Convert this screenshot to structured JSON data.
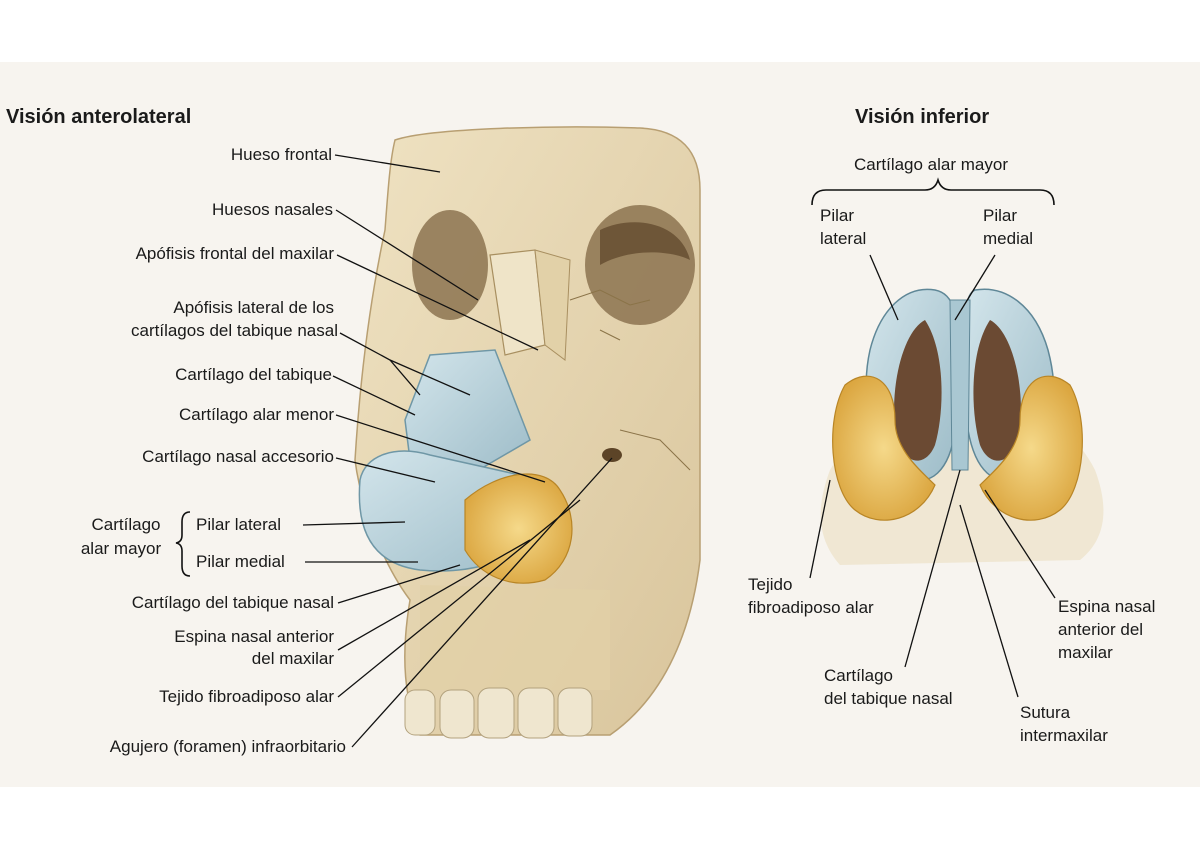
{
  "left_view": {
    "title": "Visión anterolateral",
    "labels": {
      "hueso_frontal": "Hueso frontal",
      "huesos_nasales": "Huesos nasales",
      "apofisis_frontal": "Apófisis frontal del maxilar",
      "apofisis_lateral_1": "Apófisis lateral de los",
      "apofisis_lateral_2": "cartílagos del tabique nasal",
      "cartilago_tabique": "Cartílago del tabique",
      "alar_menor": "Cartílago alar menor",
      "nasal_accesorio": "Cartílago nasal accesorio",
      "alar_mayor_1": "Cartílago",
      "alar_mayor_2": "alar mayor",
      "pilar_lateral": "Pilar lateral",
      "pilar_medial": "Pilar medial",
      "tabique_nasal": "Cartílago del tabique nasal",
      "espina_1": "Espina nasal anterior",
      "espina_2": "del maxilar",
      "fibroadiposo": "Tejido fibroadiposo alar",
      "agujero": "Agujero (foramen) infraorbitario"
    }
  },
  "right_view": {
    "title": "Visión inferior",
    "labels": {
      "alar_mayor": "Cartílago alar mayor",
      "pilar_lateral_1": "Pilar",
      "pilar_lateral_2": "lateral",
      "pilar_medial_1": "Pilar",
      "pilar_medial_2": "medial",
      "fibro_1": "Tejido",
      "fibro_2": "fibroadiposo alar",
      "tabique_1": "Cartílago",
      "tabique_2": "del tabique nasal",
      "espina_1": "Espina nasal",
      "espina_2": "anterior del",
      "espina_3": "maxilar",
      "sutura_1": "Sutura",
      "sutura_2": "intermaxilar"
    }
  },
  "colors": {
    "bone": "#e6d6b3",
    "bone_shadow": "#c9b48a",
    "cartilage": "#b9d3dc",
    "cartilage_edge": "#6f97a6",
    "fibrofatty": "#e8b94a",
    "nostril": "#6b4a33"
  }
}
